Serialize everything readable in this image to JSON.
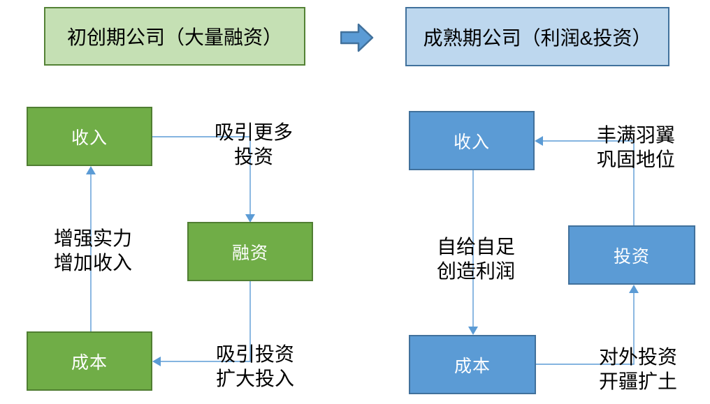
{
  "colors": {
    "green_fill": "#70AD47",
    "green_border": "#507E32",
    "light_green_fill": "#C5E0B4",
    "light_green_border": "#548235",
    "blue_fill": "#5B9BD5",
    "blue_border": "#41719C",
    "light_blue_fill": "#BDD7EE",
    "light_blue_border": "#41719C",
    "connector": "#5B9BD5",
    "node_text": "#FFFFFF",
    "label_text": "#000000"
  },
  "left": {
    "title": "初创期公司（大量融资）",
    "nodes": {
      "income": "收入",
      "financing": "融资",
      "cost": "成本"
    },
    "edges": {
      "income_to_financing": "吸引更多\n投资",
      "cost_to_income": "增强实力\n增加收入",
      "financing_to_cost": "吸引投资\n扩大投入"
    }
  },
  "right": {
    "title": "成熟期公司（利润&投资）",
    "nodes": {
      "income": "收入",
      "investment": "投资",
      "cost": "成本"
    },
    "edges": {
      "investment_to_income": "丰满羽翼\n巩固地位",
      "income_to_cost": "自给自足\n创造利润",
      "cost_to_investment": "对外投资\n开疆扩土"
    }
  }
}
